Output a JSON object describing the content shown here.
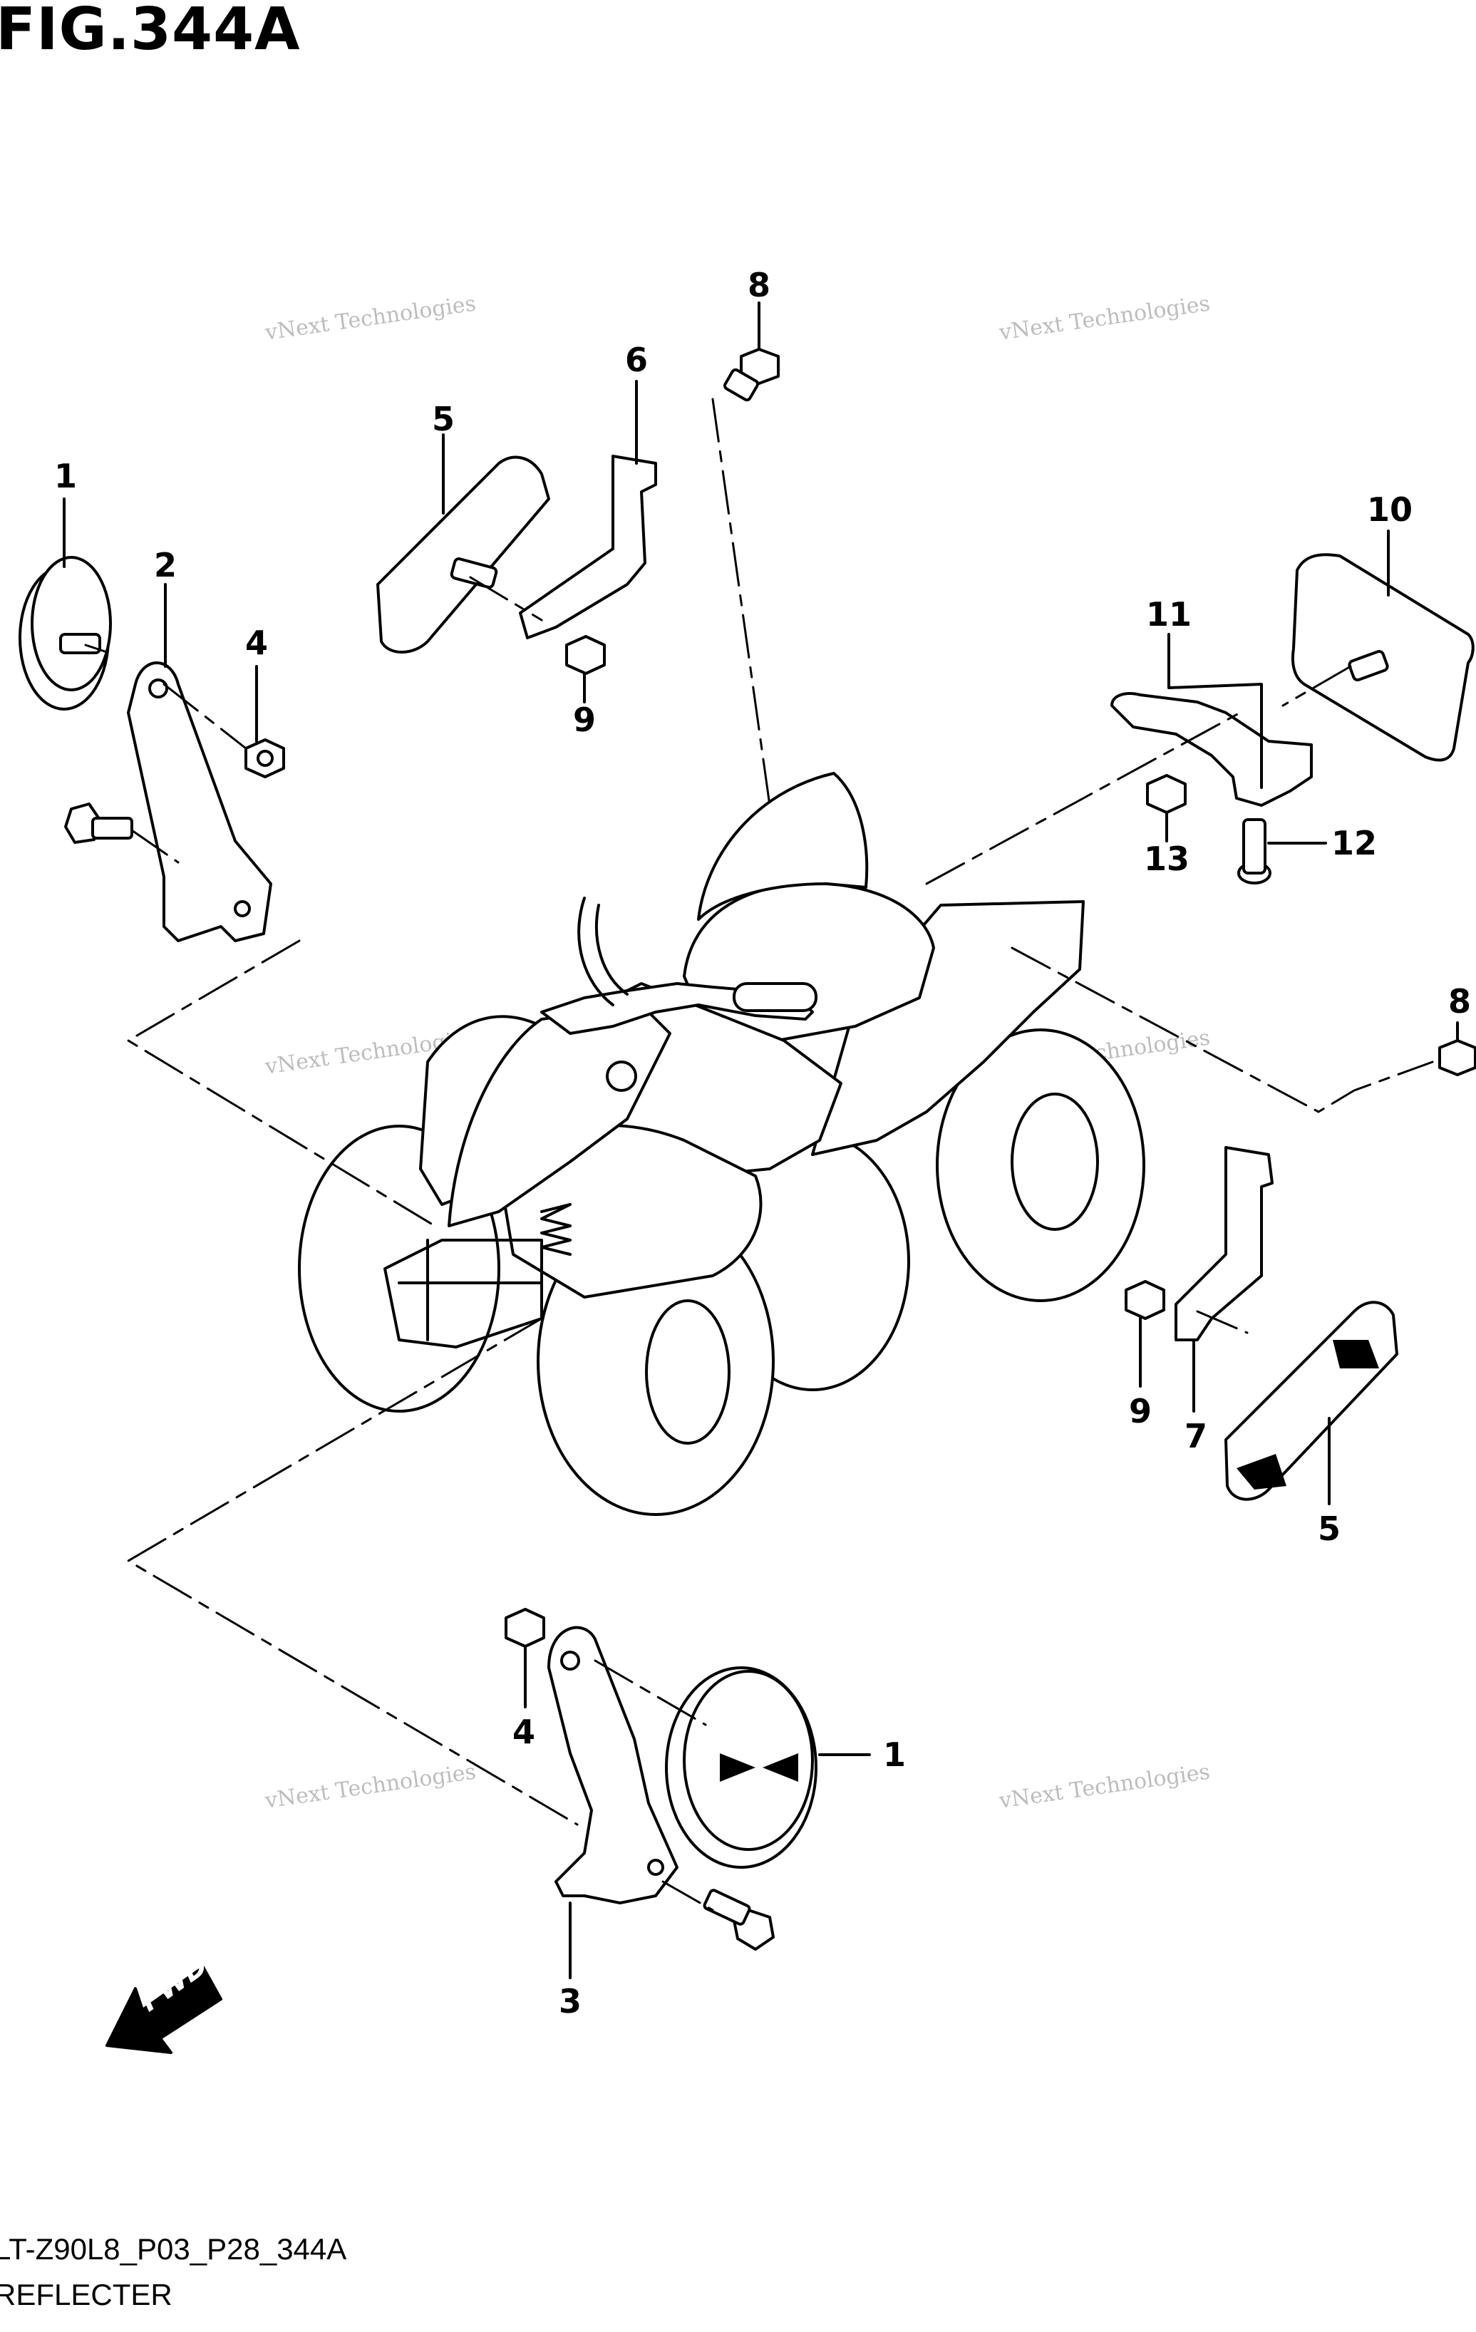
{
  "figure": {
    "title": "FIG.344A",
    "code": "LT-Z90L8_P03_P28_344A",
    "name": "REFLECTER"
  },
  "watermark": {
    "line1": "vNext Technologies",
    "line2": "vNext Technologies"
  },
  "fwd_label": "FWD",
  "callouts": [
    {
      "id": "c1a",
      "label": "1"
    },
    {
      "id": "c2",
      "label": "2"
    },
    {
      "id": "c4a",
      "label": "4"
    },
    {
      "id": "c5a",
      "label": "5"
    },
    {
      "id": "c6",
      "label": "6"
    },
    {
      "id": "c8a",
      "label": "8"
    },
    {
      "id": "c9a",
      "label": "9"
    },
    {
      "id": "c10",
      "label": "10"
    },
    {
      "id": "c11",
      "label": "11"
    },
    {
      "id": "c12",
      "label": "12"
    },
    {
      "id": "c13",
      "label": "13"
    },
    {
      "id": "c8b",
      "label": "8"
    },
    {
      "id": "c9b",
      "label": "9"
    },
    {
      "id": "c7",
      "label": "7"
    },
    {
      "id": "c5b",
      "label": "5"
    },
    {
      "id": "c4b",
      "label": "4"
    },
    {
      "id": "c1b",
      "label": "1"
    },
    {
      "id": "c3",
      "label": "3"
    }
  ]
}
